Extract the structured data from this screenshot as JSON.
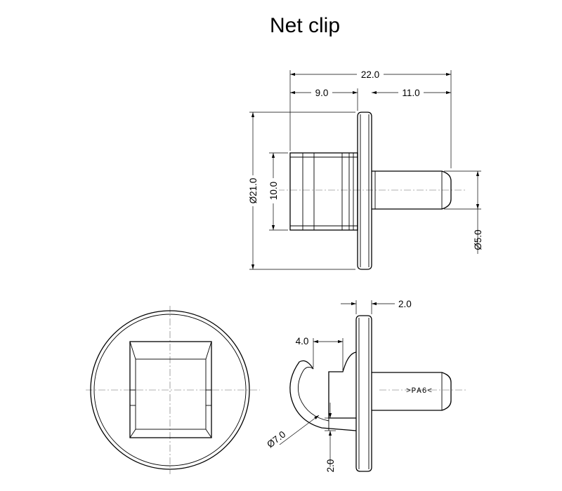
{
  "title": "Net clip",
  "material": ">PA6<",
  "dimensions": {
    "overall_length": "22.0",
    "shank_length": "9.0",
    "pin_length": "11.0",
    "flange_diameter": "Ø21.0",
    "shank_height": "10.0",
    "pin_diameter": "Ø5.0",
    "flange_thickness": "2.0",
    "opening_width": "4.0",
    "hook_diameter": "Ø7.0",
    "hook_wall": "2.0"
  }
}
